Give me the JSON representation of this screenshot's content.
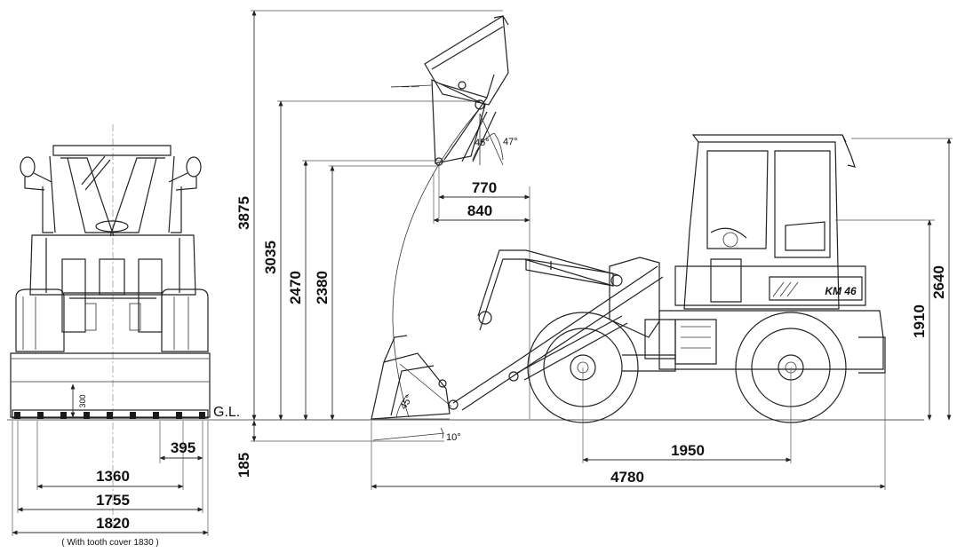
{
  "ground_line_label": "G.L.",
  "front_view": {
    "dimensions": {
      "bucket_width": "1820",
      "overall_width": "1755",
      "tread": "1360",
      "tire_width": "395",
      "bucket_height": "300"
    },
    "note": "( With tooth cover 1830 )"
  },
  "side_view": {
    "model_mark": "KM 46",
    "dimensions": {
      "max_height": "3875",
      "hinge_pin_height": "3035",
      "dump_clearance_a": "2470",
      "dump_clearance_b": "2380",
      "dump_reach_a": "770",
      "dump_reach_b": "840",
      "digging_depth": "185",
      "wheelbase": "1950",
      "overall_length": "4780",
      "overall_height": "2640",
      "height_1910": "1910"
    },
    "angles": {
      "dump_angle_a": "45°",
      "dump_angle_b": "47°",
      "rollback": "45°",
      "digging_angle": "10°"
    }
  }
}
